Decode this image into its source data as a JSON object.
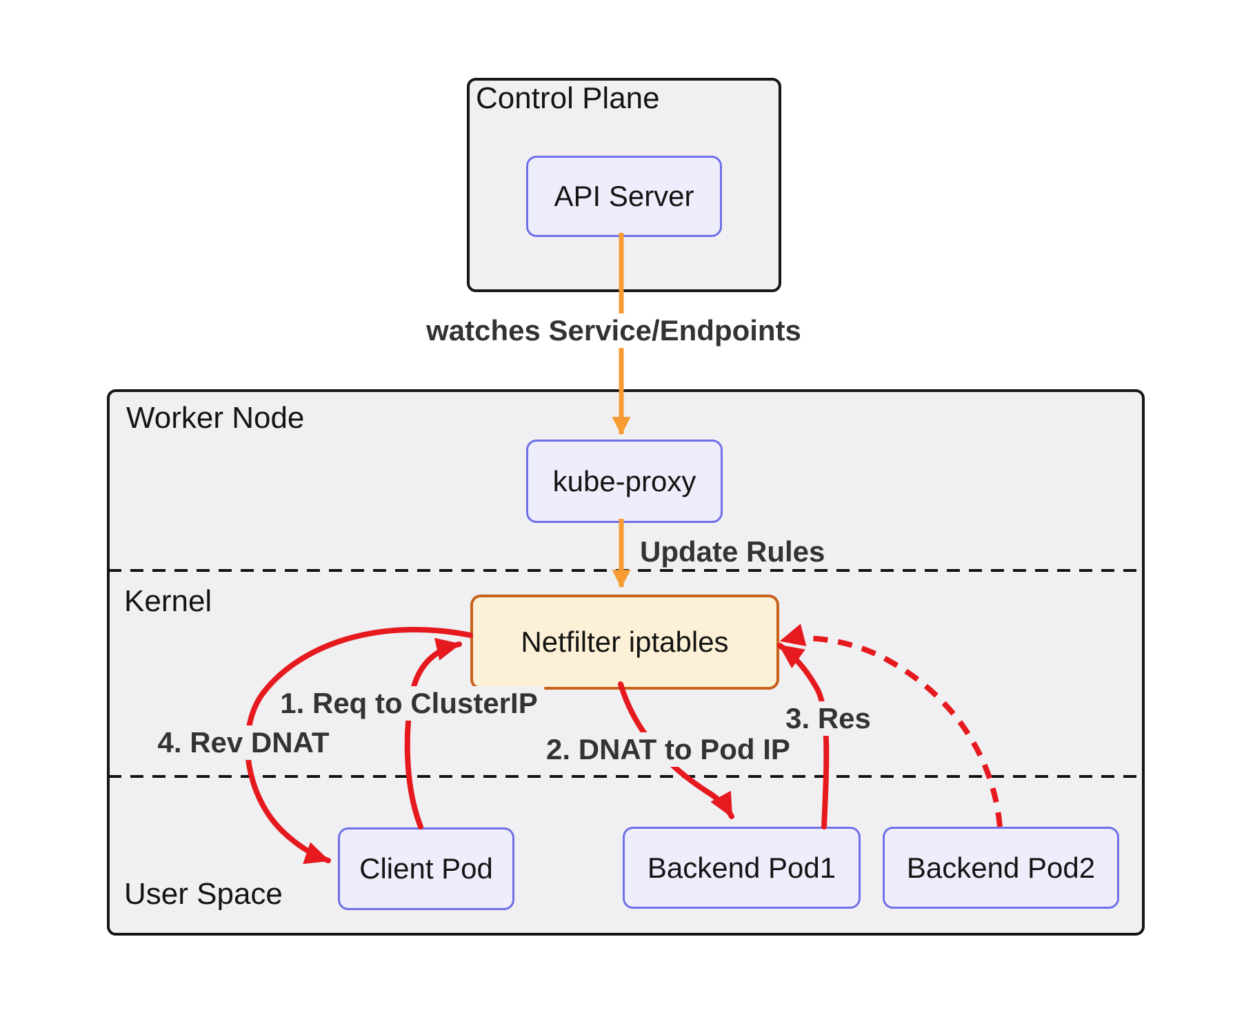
{
  "groups": {
    "control_plane": "Control Plane",
    "worker_node": "Worker Node",
    "kernel": "Kernel",
    "user_space": "User Space"
  },
  "nodes": {
    "api_server": "API Server",
    "kube_proxy": "kube-proxy",
    "netfilter": "Netfilter iptables",
    "client_pod": "Client Pod",
    "backend_pod1": "Backend Pod1",
    "backend_pod2": "Backend Pod2"
  },
  "edges": {
    "watches": "watches Service/Endpoints",
    "update_rules": "Update Rules",
    "req": "1. Req to ClusterIP",
    "dnat": "2. DNAT to Pod IP",
    "res": "3. Res",
    "rev_dnat": "4. Rev DNAT"
  },
  "colors": {
    "red": "#e5191e",
    "orange": "#f79b33",
    "node_fill": "#ededfb",
    "node_border": "#6f6fe8",
    "netfilter_fill": "#fcf0d6",
    "netfilter_border": "#c8611a",
    "container_fill": "#f0f0f2",
    "container_border": "#161616",
    "label_text": "#333333"
  }
}
